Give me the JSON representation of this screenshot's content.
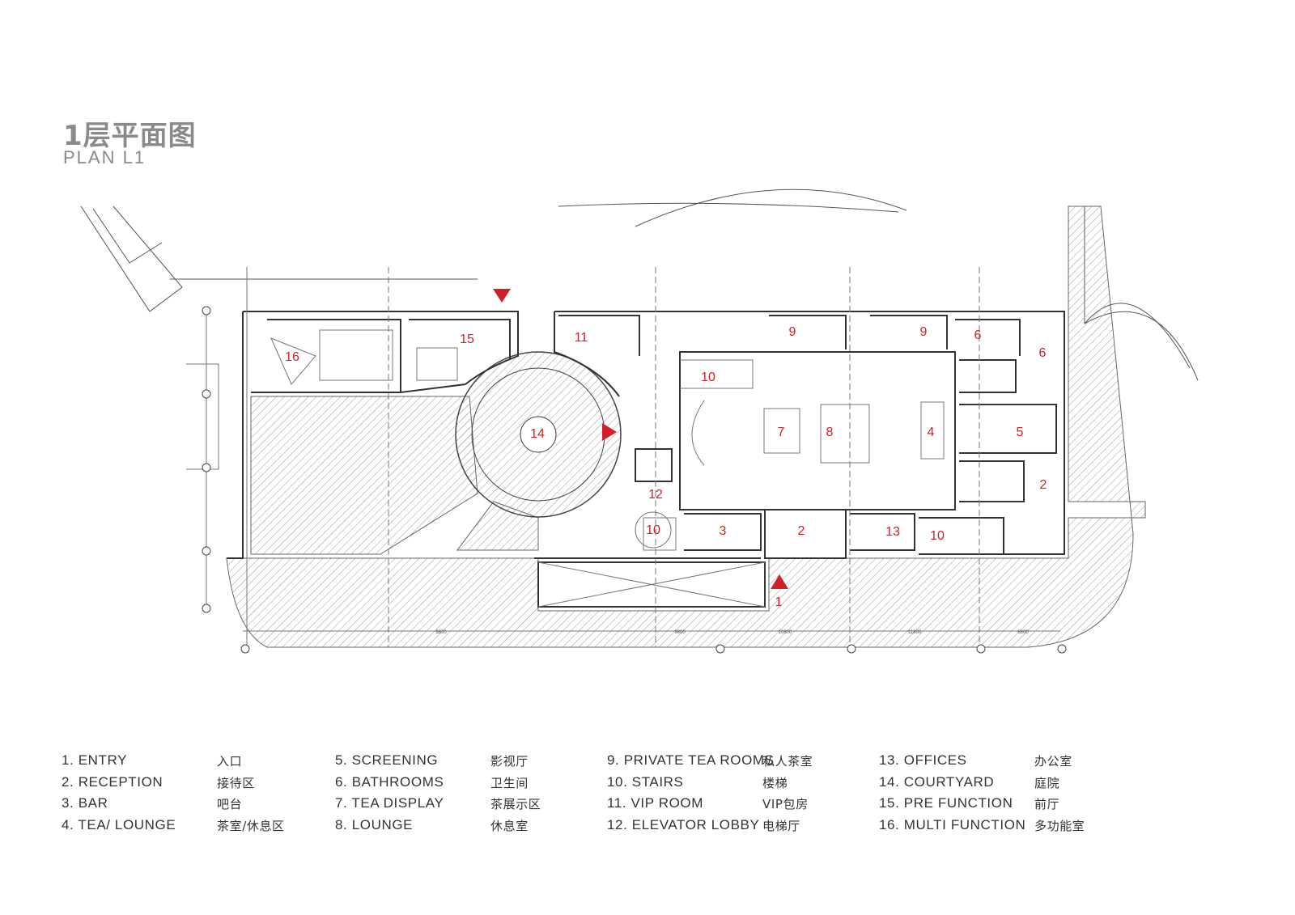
{
  "header": {
    "title_cn": "1层平面图",
    "title_en": "PLAN L1"
  },
  "colors": {
    "room_label": "#d0202a",
    "arrow": "#d0202a",
    "line": "#444444",
    "hatch": "#9a9a9a",
    "title": "#8a8a8a"
  },
  "plan": {
    "room_labels": [
      "16",
      "15",
      "11",
      "9",
      "9",
      "6",
      "6",
      "10",
      "7",
      "8",
      "4",
      "5",
      "14",
      "12",
      "2",
      "10",
      "3",
      "2",
      "13",
      "10",
      "1"
    ],
    "dimension_labels": [
      "9800",
      "9800",
      "10800",
      "11800",
      "6800"
    ]
  },
  "legend": {
    "columns": [
      {
        "items": [
          {
            "en": "1. ENTRY",
            "cn": "入口"
          },
          {
            "en": "2. RECEPTION",
            "cn": "接待区"
          },
          {
            "en": "3. BAR",
            "cn": "吧台"
          },
          {
            "en": "4. TEA/ LOUNGE",
            "cn": "茶室/休息区"
          }
        ]
      },
      {
        "items": [
          {
            "en": "5. SCREENING",
            "cn": "影视厅"
          },
          {
            "en": "6. BATHROOMS",
            "cn": "卫生间"
          },
          {
            "en": "7. TEA DISPLAY",
            "cn": "茶展示区"
          },
          {
            "en": "8. LOUNGE",
            "cn": "休息室"
          }
        ]
      },
      {
        "items": [
          {
            "en": "9. PRIVATE TEA ROOMS",
            "cn": "私人茶室"
          },
          {
            "en": "10. STAIRS",
            "cn": "楼梯"
          },
          {
            "en": "11. VIP ROOM",
            "cn": "VIP包房"
          },
          {
            "en": "12. ELEVATOR LOBBY",
            "cn": "电梯厅"
          }
        ]
      },
      {
        "items": [
          {
            "en": "13. OFFICES",
            "cn": "办公室"
          },
          {
            "en": "14. COURTYARD",
            "cn": "庭院"
          },
          {
            "en": "15. PRE FUNCTION",
            "cn": "前厅"
          },
          {
            "en": "16. MULTI FUNCTION",
            "cn": "多功能室"
          }
        ]
      }
    ]
  }
}
